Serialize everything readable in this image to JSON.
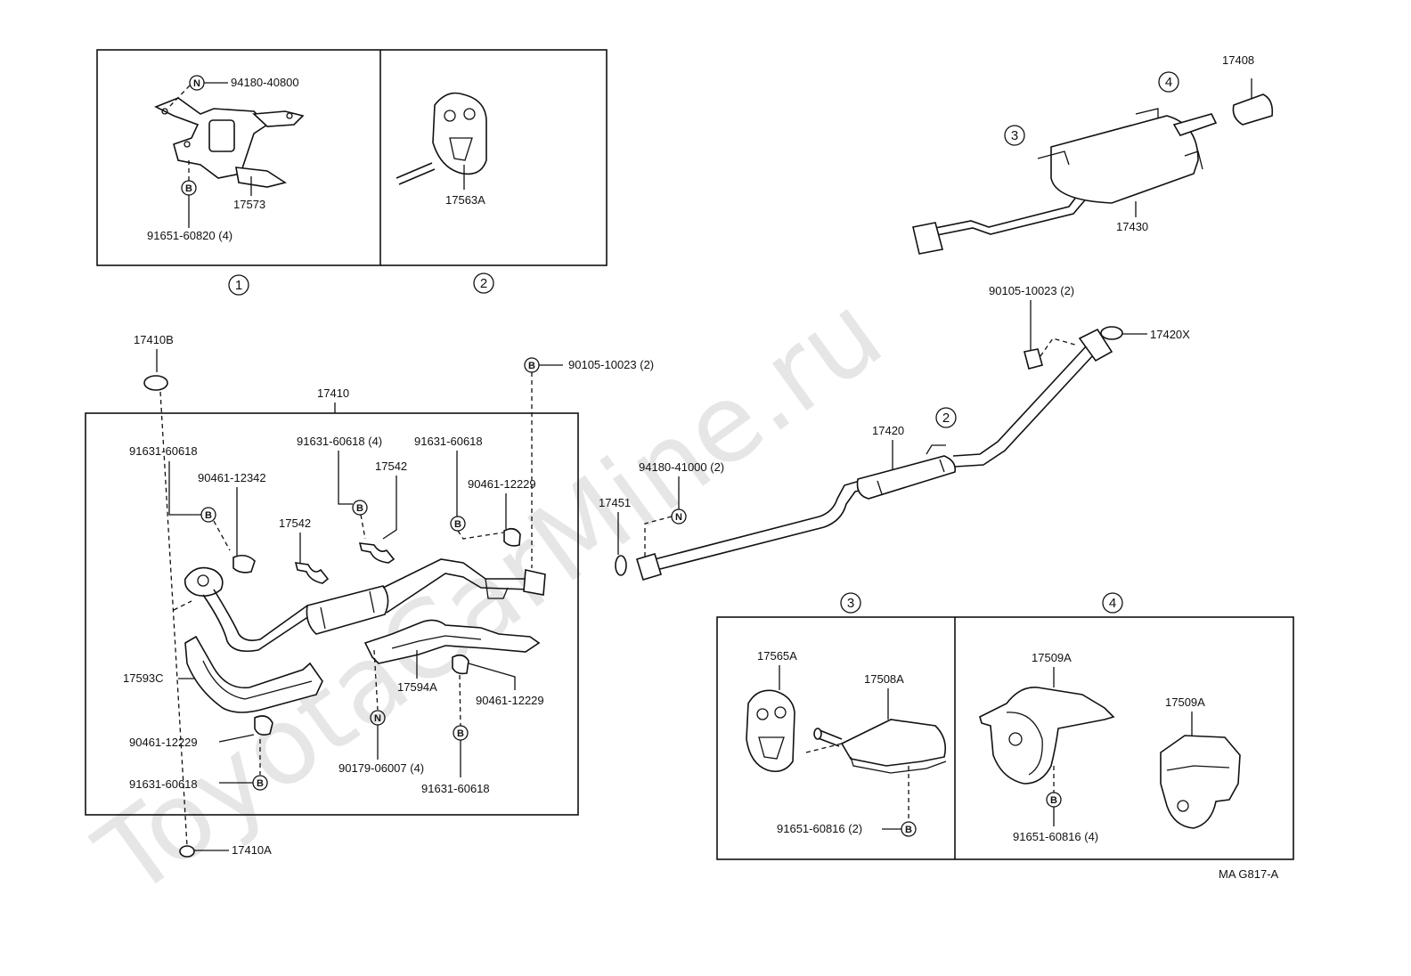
{
  "watermark": "ToyotaCarMine.ru",
  "drawing_code": "MA G817-A",
  "detail_numbers": {
    "d1": "1",
    "d2": "2",
    "d3": "3",
    "d4": "4"
  },
  "markers": {
    "bolt": "B",
    "nut": "N"
  },
  "inset1": {
    "nut": "94180-40800",
    "bracket": "17573",
    "bolt": "91651-60820 (4)"
  },
  "inset2": {
    "hanger": "17563A"
  },
  "muffler_assy": {
    "tail_pipe": "17408",
    "muffler": "17430"
  },
  "center_pipe": {
    "bolt": "90105-10023 (2)",
    "gasket": "17420X",
    "pipe": "17420",
    "nut": "94180-41000 (2)",
    "gasket_ring": "17451"
  },
  "front_pipe": {
    "top_gasket": "17410B",
    "group": "17410",
    "bolt_top_right": "90105-10023 (2)",
    "bolt_a": "91631-60618",
    "clamp_a": "90461-12342",
    "bolt_b": "91631-60618 (4)",
    "bracket_a": "17542",
    "bracket_b": "17542",
    "bolt_c": "91631-60618",
    "clamp_b": "90461-12229",
    "insulator_left": "17593C",
    "insulator_mid": "17594A",
    "clamp_c": "90461-12229",
    "clamp_d": "90461-12229",
    "bolt_d": "91631-60618",
    "nut_d": "90179-06007 (4)",
    "bolt_e": "91631-60618",
    "bottom_gasket": "17410A"
  },
  "inset3": {
    "hanger": "17565A",
    "bracket": "17508A",
    "bolt": "91651-60816 (2)"
  },
  "inset4": {
    "mount_a": "17509A",
    "mount_b": "17509A",
    "bolt": "91651-60816 (4)"
  }
}
